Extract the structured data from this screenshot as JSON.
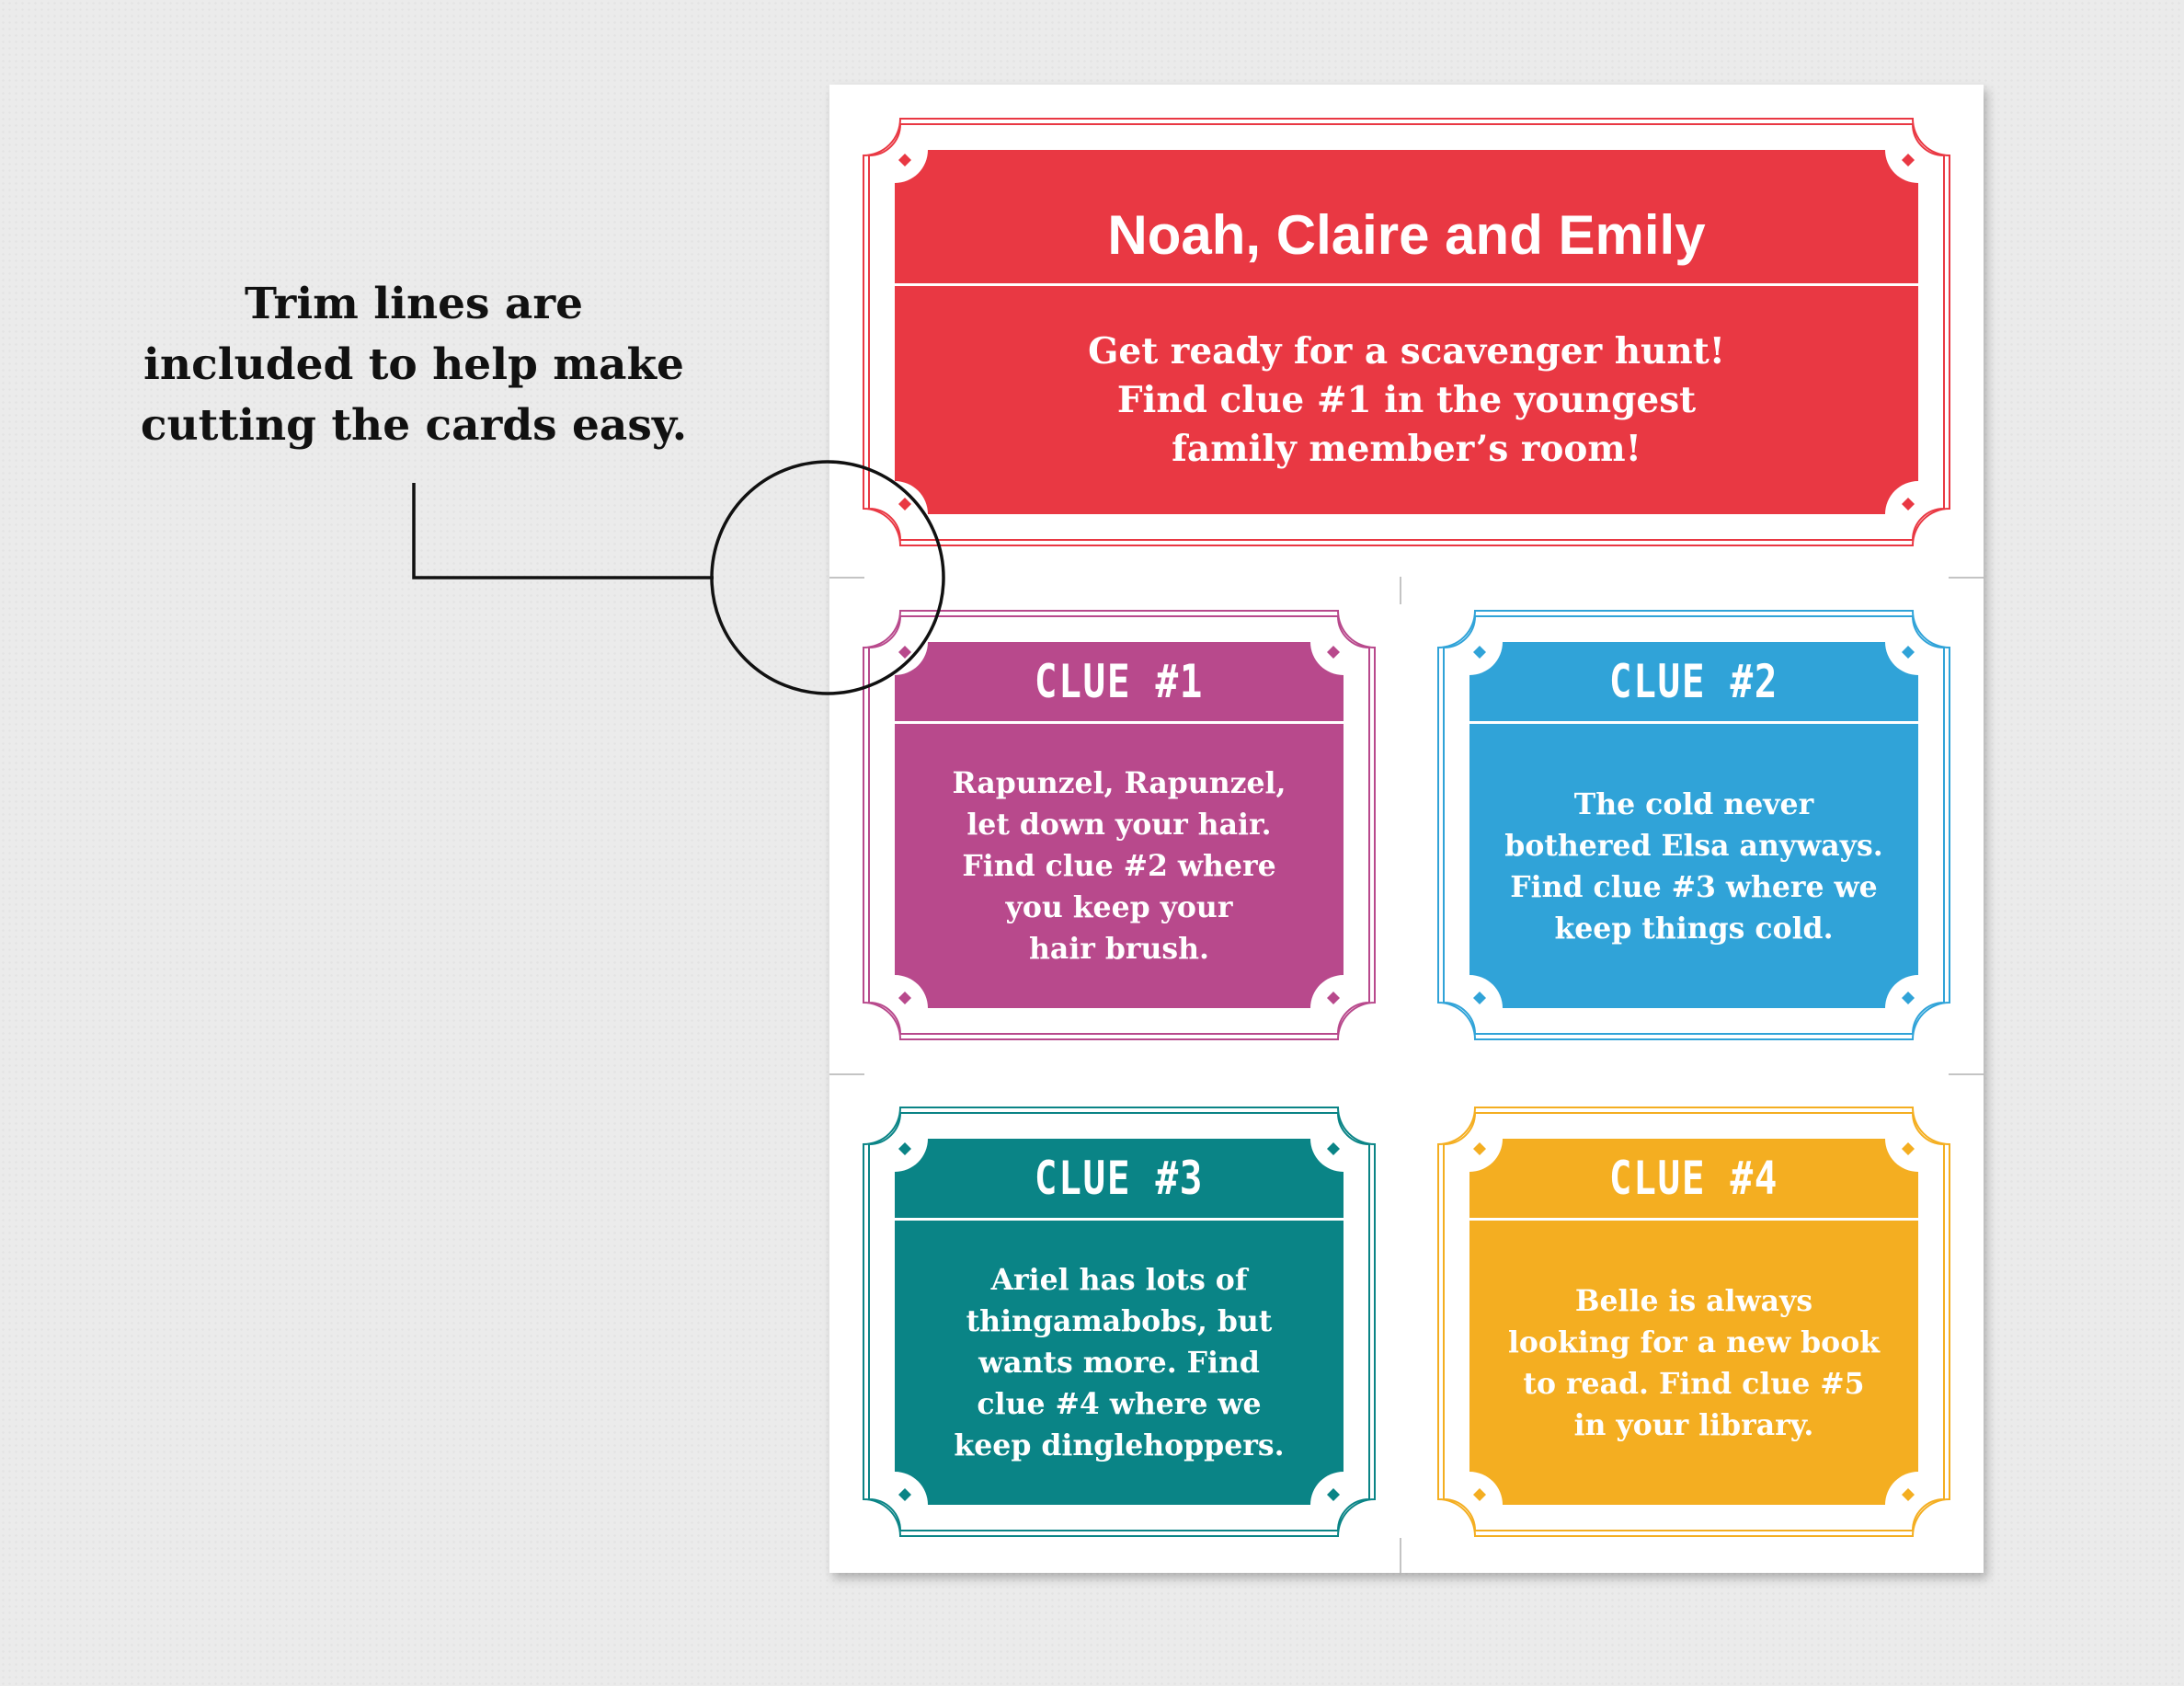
{
  "annotation": {
    "lines": [
      "Trim lines are",
      "included to help make",
      "cutting the cards easy."
    ]
  },
  "intro_card": {
    "title": "Noah, Claire and Emily",
    "body": "Get ready for a scavenger hunt!\nFind clue #1 in the youngest\nfamily member’s room!",
    "color": "#e93843"
  },
  "clues": [
    {
      "title": "CLUE #1",
      "body": "Rapunzel, Rapunzel,\nlet down your hair.\nFind clue #2 where\nyou keep your\nhair brush.",
      "color": "#b8498c"
    },
    {
      "title": "CLUE #2",
      "body": "The cold never\nbothered Elsa anyways.\nFind clue #3 where we\nkeep things cold.",
      "color": "#30a3d8"
    },
    {
      "title": "CLUE #3",
      "body": "Ariel has lots of\nthingamabobs, but\nwants more. Find\nclue #4 where we\nkeep dinglehoppers.",
      "color": "#0a8486"
    },
    {
      "title": "CLUE #4",
      "body": "Belle is always\nlooking for a new book\nto read. Find clue #5\nin your library.",
      "color": "#f4ae21"
    }
  ],
  "colors": {
    "background": "#ebebeb",
    "sheet": "#ffffff",
    "trim_line": "#c4c4c4",
    "annotation_text": "#111111"
  }
}
